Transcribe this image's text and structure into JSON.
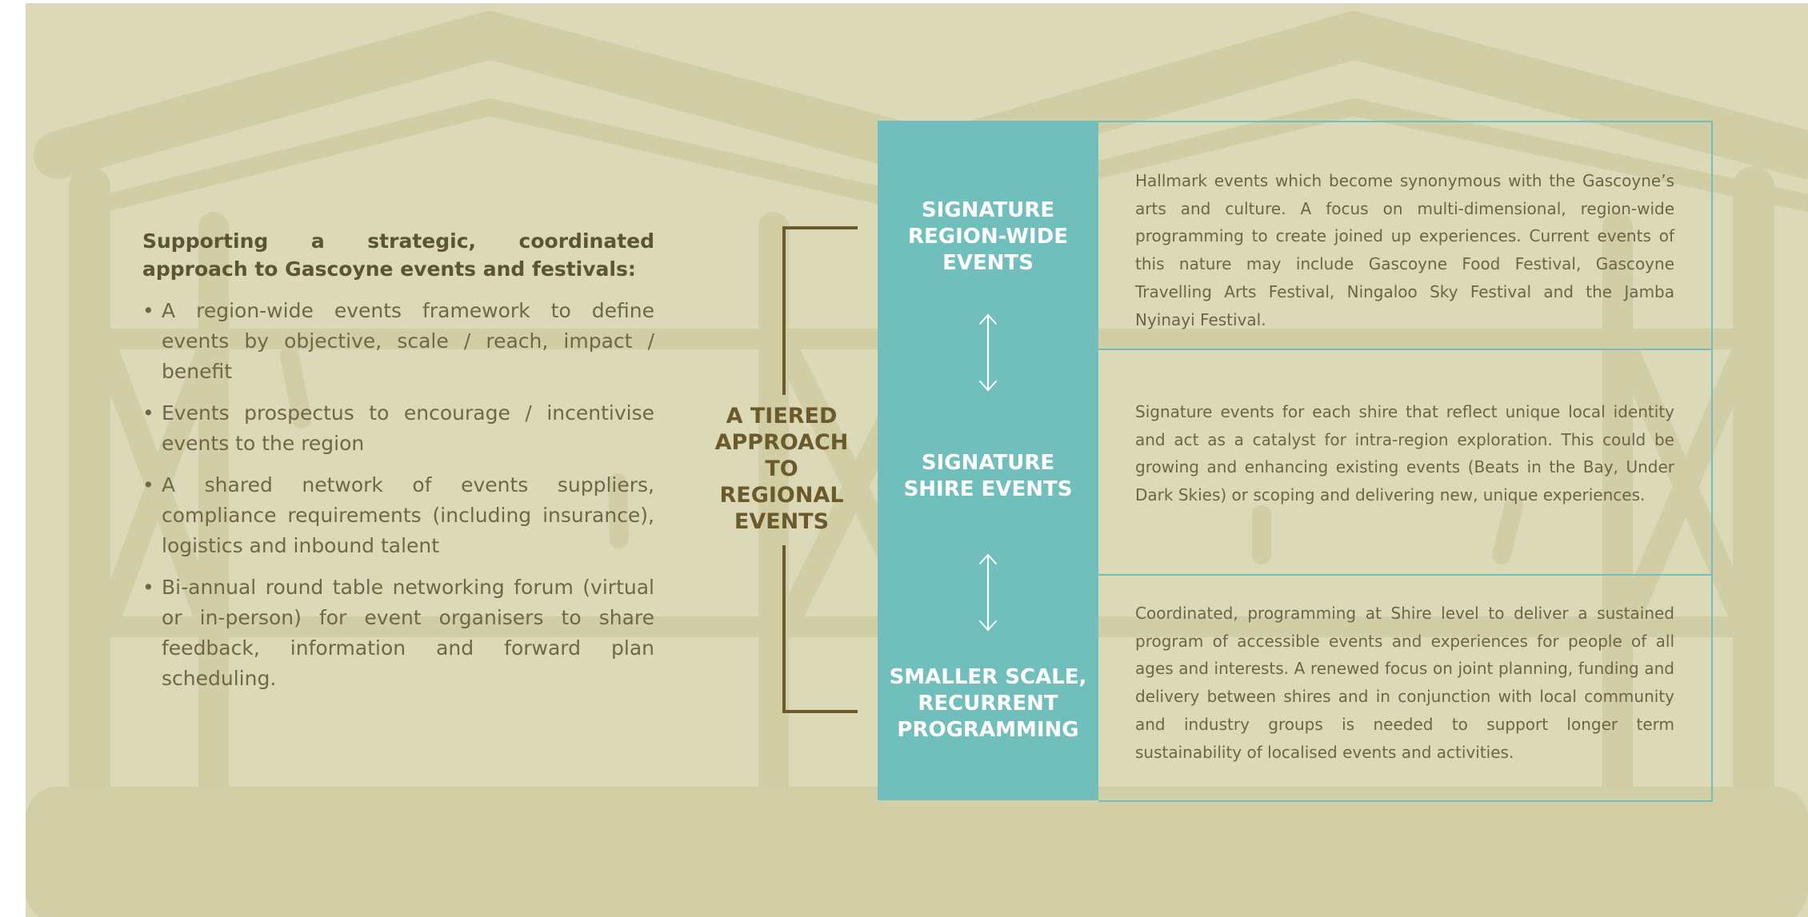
{
  "left": {
    "heading": "Supporting a strategic, coordinated approach to Gascoyne events and festivals:",
    "bullet_glyph": "•",
    "items": [
      "A region-wide events framework to define events by objective, scale / reach, impact / benefit",
      "Events prospectus to encourage / incentivise events to the region",
      "A shared network of events suppliers, compliance requirements (including insurance), logistics and inbound talent",
      "Bi-annual round table networking forum (virtual or in-person) for event organisers to share feedback, information and forward plan scheduling."
    ]
  },
  "tier_label": "A TIERED\nAPPROACH\nTO\nREGIONAL\nEVENTS",
  "tiers": [
    {
      "title": "SIGNATURE\nREGION-WIDE\nEVENTS",
      "description": "Hallmark events which become synonymous with the Gascoyne’s arts and culture. A focus on multi-dimensional, region-wide programming to create joined up experiences. Current events of this nature may include Gascoyne Food Festival, Gascoyne Travelling Arts Festival, Ningaloo Sky Festival and the Jamba Nyinayi Festival."
    },
    {
      "title": "SIGNATURE\nSHIRE EVENTS",
      "description": "Signature events for each shire that reflect unique local identity and act as a catalyst for intra-region exploration. This could be growing and enhancing existing events (Beats in the Bay, Under Dark Skies) or scoping and delivering new, unique experiences."
    },
    {
      "title": "SMALLER SCALE,\nRECURRENT\nPROGRAMMING",
      "description": "Coordinated, programming at Shire level to deliver a sustained program of accessible events and experiences for people of all ages and interests. A renewed focus on joint planning, funding and delivery between shires and in conjunction with local community and industry groups is needed to support longer term sustainability of localised events and activities."
    }
  ],
  "icons": {
    "arrow": "double-headed-vertical-arrow-icon",
    "background": "shed-illustration"
  },
  "colors": {
    "page_background": "#dbd9b7",
    "illustration": "#d1cea5",
    "teal": "#71bfbc",
    "bracket": "#6b5a2c",
    "heading_text": "#5d5434",
    "body_text": "#6d6546",
    "white": "#ffffff"
  }
}
